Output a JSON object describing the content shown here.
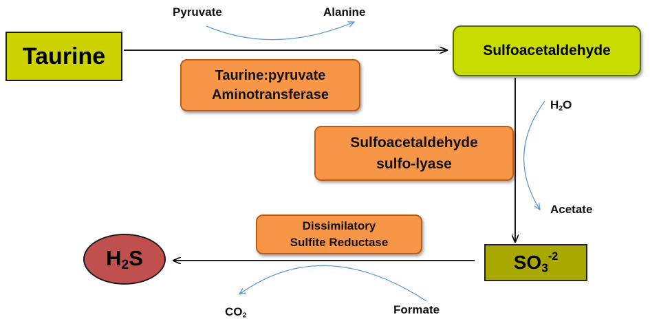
{
  "nodes": {
    "taurine": "Taurine",
    "sulfoacetaldehyde": "Sulfoacetaldehyde",
    "sulfite": {
      "base": "SO",
      "sub": "3",
      "sup": "-2"
    },
    "hydrogen_sulfide": {
      "pre": "H",
      "sub": "2",
      "post": "S"
    }
  },
  "enzymes": {
    "taurine_pyruvate_aminotransferase": [
      "Taurine:pyruvate",
      "Aminotransferase"
    ],
    "sulfoacetaldehyde_sulfo_lyase": [
      "Sulfoacetaldehyde",
      "sulfo-lyase"
    ],
    "dissimilatory_sulfite_reductase": [
      "Dissimilatory",
      "Sulfite Reductase"
    ]
  },
  "cosubstrates": {
    "pyruvate": "Pyruvate",
    "alanine": "Alanine",
    "water": {
      "pre": "H",
      "sub": "2",
      "post": "O"
    },
    "acetate": "Acetate",
    "co2": {
      "pre": "CO",
      "sub": "2"
    },
    "formate": "Formate"
  },
  "colors": {
    "taurine_box": "#ccd300",
    "sulfoacetaldehyde_box": "#c8dc00",
    "sulfite_box": "#a8a800",
    "h2s_ellipse": "#c0504d",
    "enzyme_box": "#f79646",
    "side_arrow": "#5b9bd5",
    "main_arrow": "#000000"
  }
}
